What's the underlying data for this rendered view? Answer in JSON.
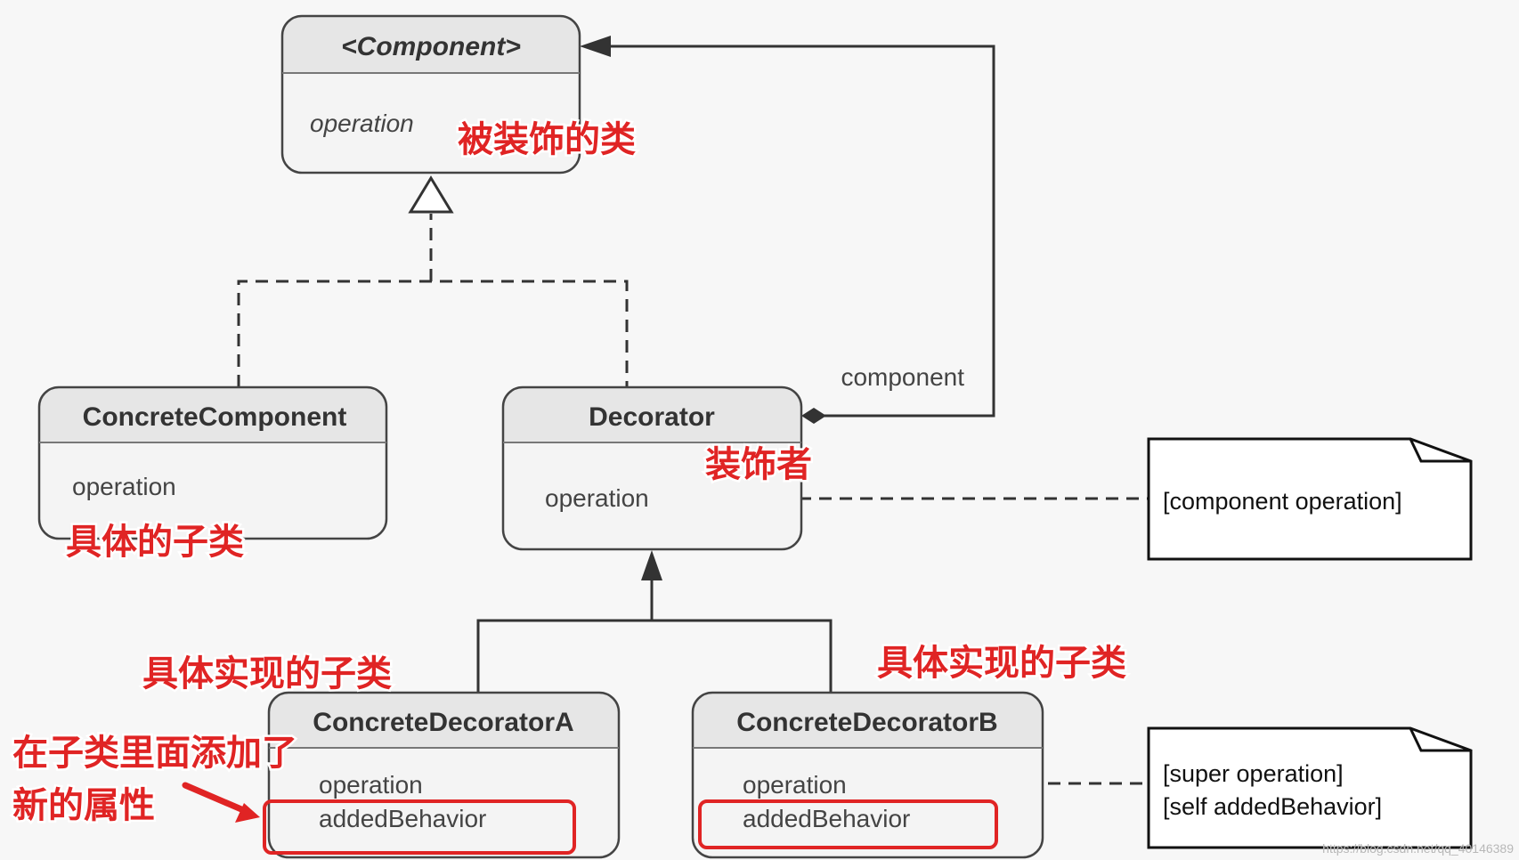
{
  "diagram": {
    "classes": {
      "component": {
        "title": "<Component>",
        "op": "operation"
      },
      "concrete_component": {
        "title": "ConcreteComponent",
        "op": "operation"
      },
      "decorator": {
        "title": "Decorator",
        "op": "operation"
      },
      "concrete_decorator_a": {
        "title": "ConcreteDecoratorA",
        "op": "operation",
        "added": "addedBehavior"
      },
      "concrete_decorator_b": {
        "title": "ConcreteDecoratorB",
        "op": "operation",
        "added": "addedBehavior"
      }
    },
    "association_label": "component",
    "notes": {
      "decorator_note": "[component operation]",
      "decorator_b_note_line1": "[super operation]",
      "decorator_b_note_line2": "[self addedBehavior]"
    },
    "annotations": {
      "decorated_class": "被装饰的类",
      "concrete_subclass": "具体的子类",
      "decorator": "装饰者",
      "impl_subclass_a": "具体实现的子类",
      "impl_subclass_b": "具体实现的子类",
      "added_attr_line1": "在子类里面添加了",
      "added_attr_line2": "新的属性"
    },
    "colors": {
      "annotation": "#e02424",
      "box_header": "#e8e8e8",
      "box_fill": "#f4f4f4",
      "line": "#333333"
    },
    "watermark": "https://blog.csdn.net/qq_40146389"
  }
}
